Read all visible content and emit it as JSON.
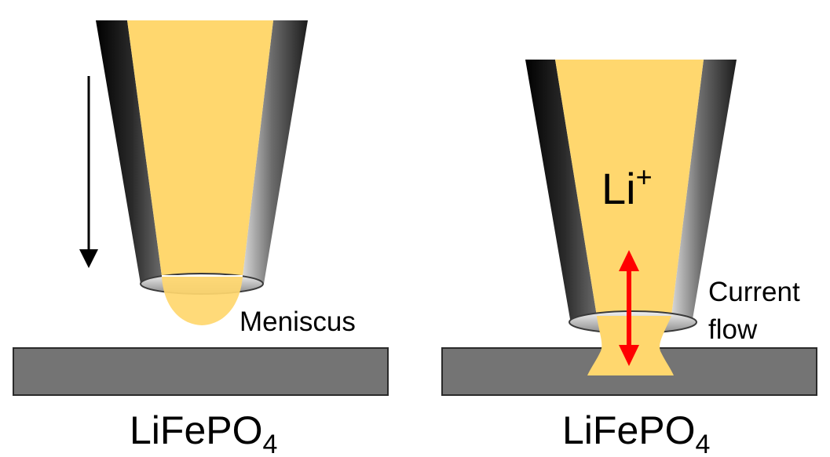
{
  "left_panel": {
    "meniscus_label": "Meniscus",
    "substrate": {
      "base": "LiFePO",
      "subscript": "4"
    }
  },
  "right_panel": {
    "ion": {
      "base": "Li",
      "superscript": "+"
    },
    "current_label_line1": "Current",
    "current_label_line2": "flow",
    "substrate": {
      "base": "LiFePO",
      "subscript": "4"
    }
  },
  "colors": {
    "electrolyte": "#ffd76e",
    "substrate": "#747474",
    "pipette_wall": "#1e1e1e",
    "motion_arrow": "#000000",
    "current_arrow": "#ff0000"
  }
}
